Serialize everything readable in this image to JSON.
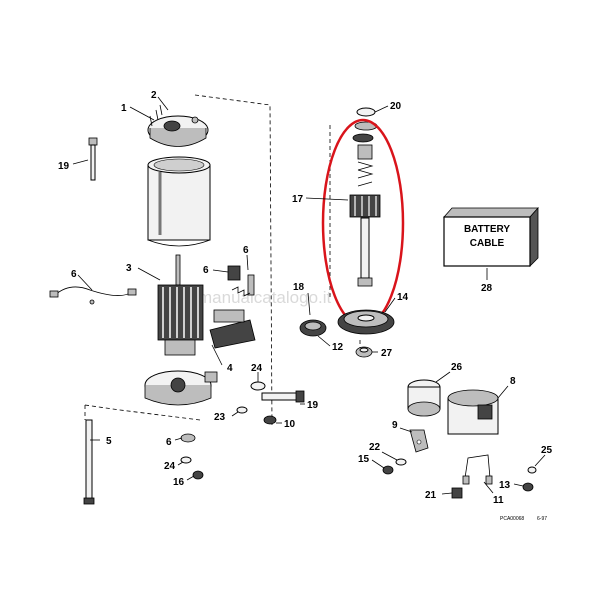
{
  "callouts": {
    "c1": "1",
    "c2": "2",
    "c3": "3",
    "c4": "4",
    "c5": "5",
    "c6a": "6",
    "c6b": "6",
    "c6c": "6",
    "c6d": "6",
    "c8": "8",
    "c9": "9",
    "c10": "10",
    "c11": "11",
    "c12": "12",
    "c13": "13",
    "c14": "14",
    "c15": "15",
    "c16": "16",
    "c17": "17",
    "c18": "18",
    "c19a": "19",
    "c19b": "19",
    "c20": "20",
    "c21": "21",
    "c22": "22",
    "c23": "23",
    "c24a": "24",
    "c24b": "24",
    "c25": "25",
    "c26": "26",
    "c27": "27",
    "c28": "28"
  },
  "battery_box": {
    "line1": "BATTERY",
    "line2": "CABLE"
  },
  "footer": {
    "code": "PCA00068",
    "date": "6-97"
  },
  "watermark": "manualcatalogo.it",
  "highlight_color": "#d9141b"
}
